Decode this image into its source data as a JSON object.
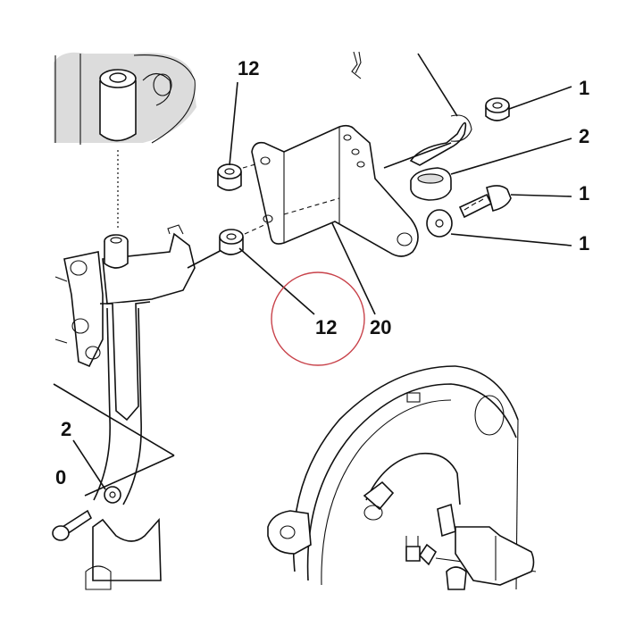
{
  "diagram": {
    "callouts": {
      "c12_top": "12",
      "c12_mid": "12",
      "c20": "20",
      "c1_a": "1",
      "c2_a": "2",
      "c1_b": "1",
      "c1_c": "1",
      "c2_left": "2",
      "c0_left": "0"
    },
    "highlight_color": "#c8424a"
  }
}
